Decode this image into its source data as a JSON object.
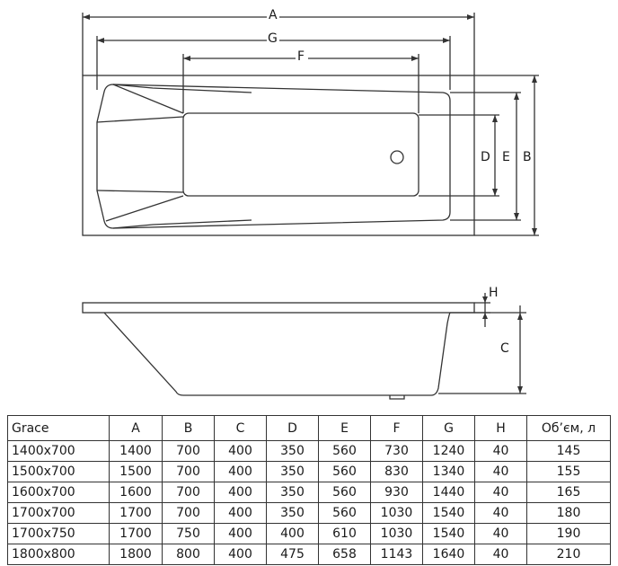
{
  "dimension_labels": {
    "A": "A",
    "G": "G",
    "F": "F",
    "D": "D",
    "E": "E",
    "B": "B",
    "H": "H",
    "C": "C"
  },
  "table": {
    "headers": [
      "Grace",
      "A",
      "B",
      "C",
      "D",
      "E",
      "F",
      "G",
      "H",
      "Об’єм, л"
    ],
    "rows": [
      [
        "1400x700",
        "1400",
        "700",
        "400",
        "350",
        "560",
        "730",
        "1240",
        "40",
        "145"
      ],
      [
        "1500x700",
        "1500",
        "700",
        "400",
        "350",
        "560",
        "830",
        "1340",
        "40",
        "155"
      ],
      [
        "1600x700",
        "1600",
        "700",
        "400",
        "350",
        "560",
        "930",
        "1440",
        "40",
        "165"
      ],
      [
        "1700x700",
        "1700",
        "700",
        "400",
        "350",
        "560",
        "1030",
        "1540",
        "40",
        "180"
      ],
      [
        "1700x750",
        "1700",
        "750",
        "400",
        "400",
        "610",
        "1030",
        "1540",
        "40",
        "190"
      ],
      [
        "1800x800",
        "1800",
        "800",
        "400",
        "475",
        "658",
        "1143",
        "1640",
        "40",
        "210"
      ]
    ]
  }
}
